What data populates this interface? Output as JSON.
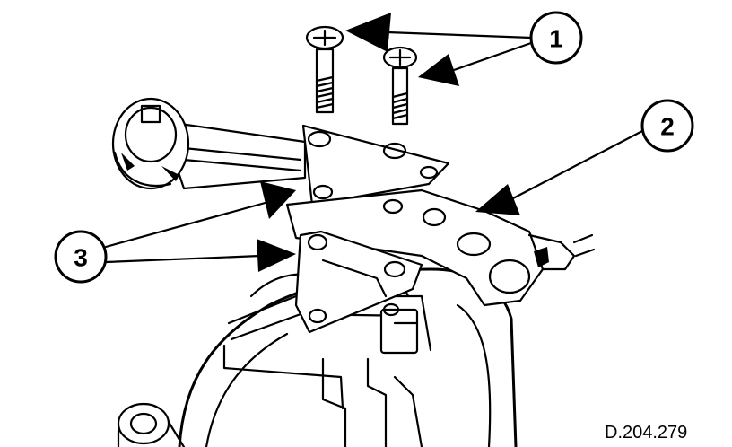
{
  "callouts": [
    {
      "id": "1",
      "label": "1"
    },
    {
      "id": "2",
      "label": "2"
    },
    {
      "id": "3",
      "label": "3"
    }
  ],
  "reference_code": "D.204.279"
}
